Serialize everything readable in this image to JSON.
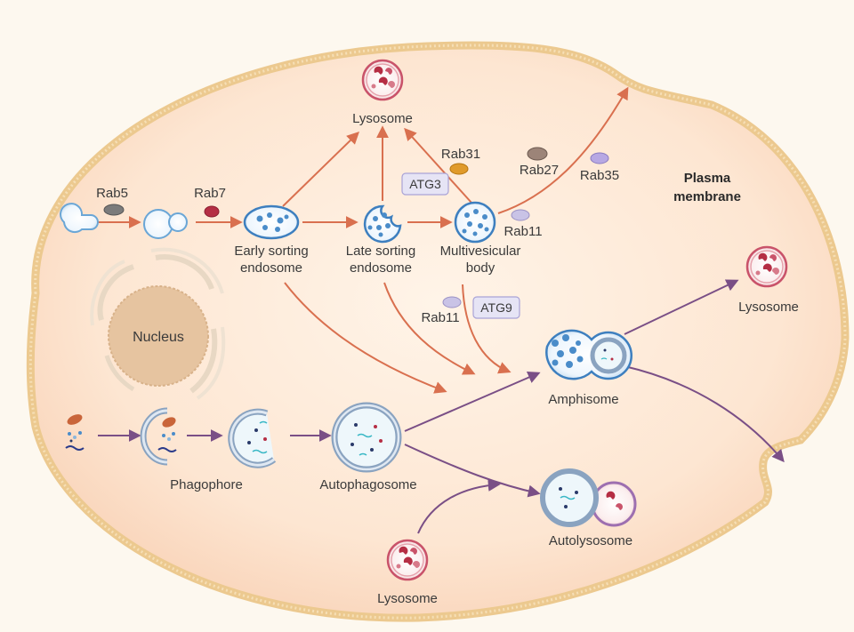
{
  "labels": {
    "lysosome_top": "Lysosome",
    "rab5": "Rab5",
    "rab7": "Rab7",
    "rab31": "Rab31",
    "rab27": "Rab27",
    "rab35": "Rab35",
    "rab11_top": "Rab11",
    "rab11_bottom": "Rab11",
    "atg3": "ATG3",
    "atg9": "ATG9",
    "early_1": "Early sorting",
    "early_2": "endosome",
    "late_1": "Late sorting",
    "late_2": "endosome",
    "mvb_1": "Multivesicular",
    "mvb_2": "body",
    "plasma_1": "Plasma",
    "plasma_2": "membrane",
    "nucleus": "Nucleus",
    "lysosome_right": "Lysosome",
    "amphisome": "Amphisome",
    "phagophore": "Phagophore",
    "autophagosome": "Autophagosome",
    "autolysosome": "Autolysosome",
    "lysosome_bottom": "Lysosome"
  },
  "colors": {
    "background": "#fdf8ef",
    "cell": "#fde3cc",
    "membrane": "#ecc98f",
    "endocytic_arrow": "#d9704f",
    "autophagy_arrow": "#7a4f86",
    "vesicle": "#4a8cc9",
    "lysosome": "#c9536a"
  }
}
